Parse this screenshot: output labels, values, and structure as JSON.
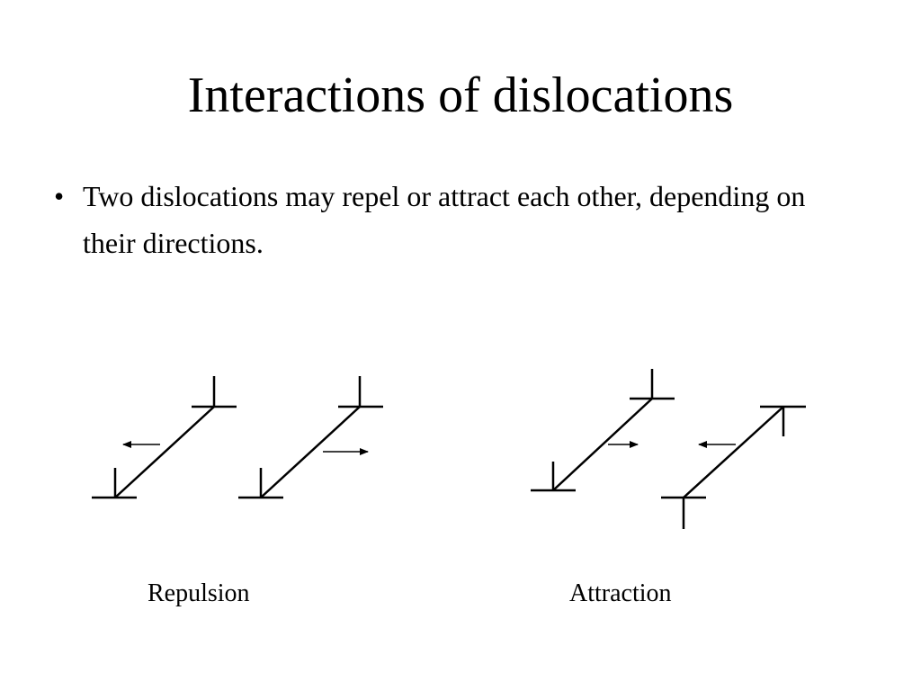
{
  "slide": {
    "title": "Interactions of dislocations",
    "bullets": [
      {
        "marker": "•",
        "text": "Two dislocations may repel or attract each other, depending on their directions."
      }
    ]
  },
  "diagram": {
    "captions": {
      "left": "Repulsion",
      "right": "Attraction"
    },
    "colors": {
      "stroke": "#000000",
      "background": "#ffffff"
    }
  }
}
